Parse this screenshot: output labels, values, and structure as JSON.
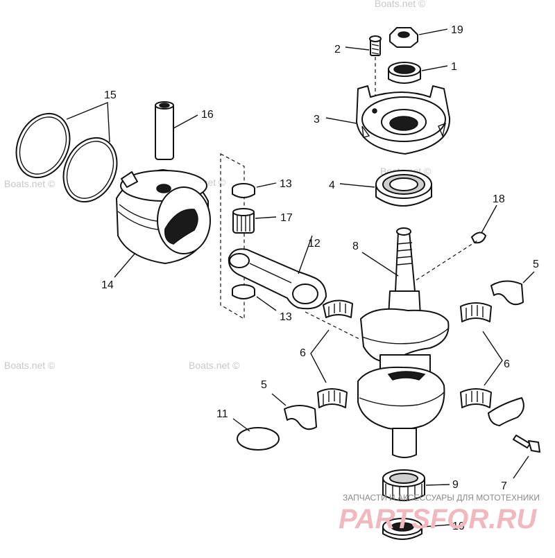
{
  "callouts": {
    "c1": "1",
    "c2": "2",
    "c3": "3",
    "c4": "4",
    "c5a": "5",
    "c5b": "5",
    "c6a": "6",
    "c6b": "6",
    "c7": "7",
    "c8": "8",
    "c9": "9",
    "c10": "10",
    "c11": "11",
    "c12": "12",
    "c13a": "13",
    "c13b": "13",
    "c14": "14",
    "c15": "15",
    "c16": "16",
    "c17": "17",
    "c18": "18",
    "c19": "19"
  },
  "watermarks": {
    "w1": "Boats.net ©",
    "w2": "Boats.net ©",
    "w3": "Boats.net ©",
    "w4": "Boats.net ©",
    "w5": "Boats.net ©",
    "w6": "Boats.net ©"
  },
  "brand": {
    "tagline": "ЗАПЧАСТИ И АКСЕССУАРЫ ДЛЯ МОТОТЕХНИКИ",
    "logo": "PARTSFOR.RU"
  }
}
